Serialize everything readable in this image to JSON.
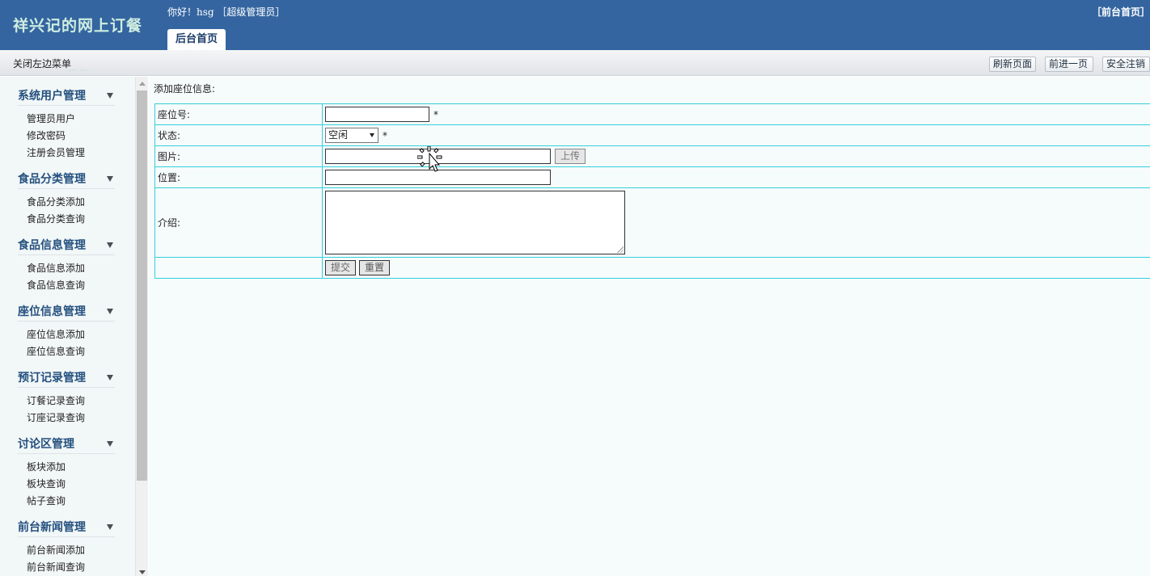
{
  "header": {
    "brand": "祥兴记的网上订餐",
    "greeting_prefix": "你好！",
    "username": "hsg",
    "role": "［超级管理员］",
    "tab": "后台首页",
    "front_link": "［前台首页］"
  },
  "toolbar": {
    "toggle_menu": "关闭左边菜单",
    "refresh": "刷新页面",
    "forward": "前进一页",
    "logout": "安全注销"
  },
  "sidebar": {
    "groups": [
      {
        "title": "系统用户管理",
        "items": [
          "管理员用户",
          "修改密码",
          "注册会员管理"
        ]
      },
      {
        "title": "食品分类管理",
        "items": [
          "食品分类添加",
          "食品分类查询"
        ]
      },
      {
        "title": "食品信息管理",
        "items": [
          "食品信息添加",
          "食品信息查询"
        ]
      },
      {
        "title": "座位信息管理",
        "items": [
          "座位信息添加",
          "座位信息查询"
        ]
      },
      {
        "title": "预订记录管理",
        "items": [
          "订餐记录查询",
          "订座记录查询"
        ]
      },
      {
        "title": "讨论区管理",
        "items": [
          "板块添加",
          "板块查询",
          "帖子查询"
        ]
      },
      {
        "title": "前台新闻管理",
        "items": [
          "前台新闻添加",
          "前台新闻查询"
        ]
      }
    ]
  },
  "main": {
    "title": "添加座位信息:",
    "form": {
      "seat_label": "座位号:",
      "seat_value": "",
      "status_label": "状态:",
      "status_value": "空闲",
      "image_label": "图片:",
      "image_value": "",
      "upload_label": "上传",
      "position_label": "位置:",
      "position_value": "",
      "intro_label": "介绍:",
      "intro_value": "",
      "required_mark": "*",
      "submit_label": "提交",
      "reset_label": "重置"
    }
  },
  "colors": {
    "header_bg": "#3465a0",
    "table_border": "#35d0dc",
    "sidebar_title": "#24507e"
  }
}
